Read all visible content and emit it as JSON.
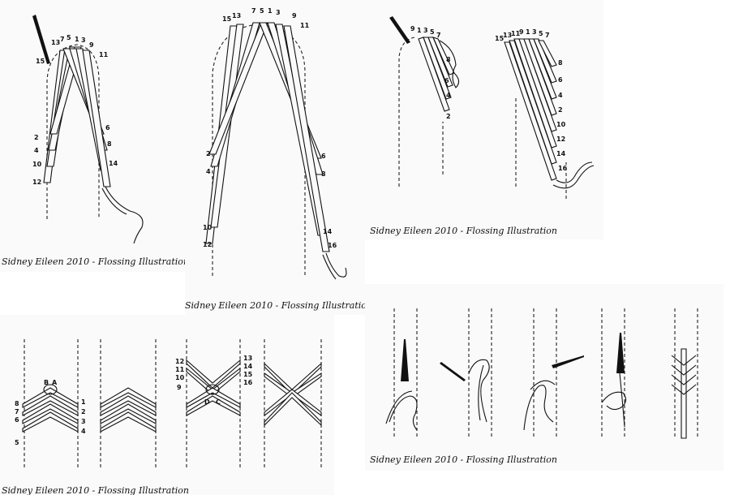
{
  "captions": {
    "panel1": "Sidney Eileen 2010 - Flossing Illustration",
    "panel2": "Sidney Eileen 2010 - Flossing Illustration",
    "panel3": "Sidney Eileen 2010 - Flossing Illustration",
    "panel4": "Sidney Eileen 2010 - Flossing Illustration",
    "panel5": "Sidney Eileen 2010 - Flossing Illustration"
  },
  "panel1": {
    "top_numbers": [
      "15",
      "13",
      "7",
      "5",
      "1",
      "3",
      "9",
      "11"
    ],
    "left_numbers": [
      "2",
      "4",
      "10",
      "12"
    ],
    "right_numbers": [
      "6",
      "8",
      "14"
    ]
  },
  "panel2": {
    "top_numbers": [
      "15",
      "13",
      "7",
      "5",
      "1",
      "3",
      "9",
      "11"
    ],
    "left_numbers": [
      "2",
      "4",
      "10",
      "12"
    ],
    "right_numbers": [
      "6",
      "8",
      "14",
      "16"
    ]
  },
  "panel3": {
    "left_top_numbers": [
      "9",
      "1",
      "3",
      "5",
      "7"
    ],
    "left_side_numbers": [
      "8",
      "6",
      "4",
      "2"
    ],
    "right_top_numbers": [
      "15",
      "13",
      "11",
      "9",
      "1",
      "3",
      "5",
      "7"
    ],
    "right_side_numbers": [
      "8",
      "6",
      "4",
      "2",
      "10",
      "12",
      "14",
      "16"
    ]
  },
  "panel4": {
    "fig1_knot": [
      "B",
      "A"
    ],
    "fig1_left": [
      "8",
      "7",
      "6",
      "5"
    ],
    "fig1_right": [
      "1",
      "2",
      "3",
      "4"
    ],
    "fig3_left": [
      "12",
      "11",
      "10",
      "9"
    ],
    "fig3_right": [
      "13",
      "14",
      "15",
      "16"
    ],
    "fig3_knot": [
      "D",
      "C"
    ]
  }
}
